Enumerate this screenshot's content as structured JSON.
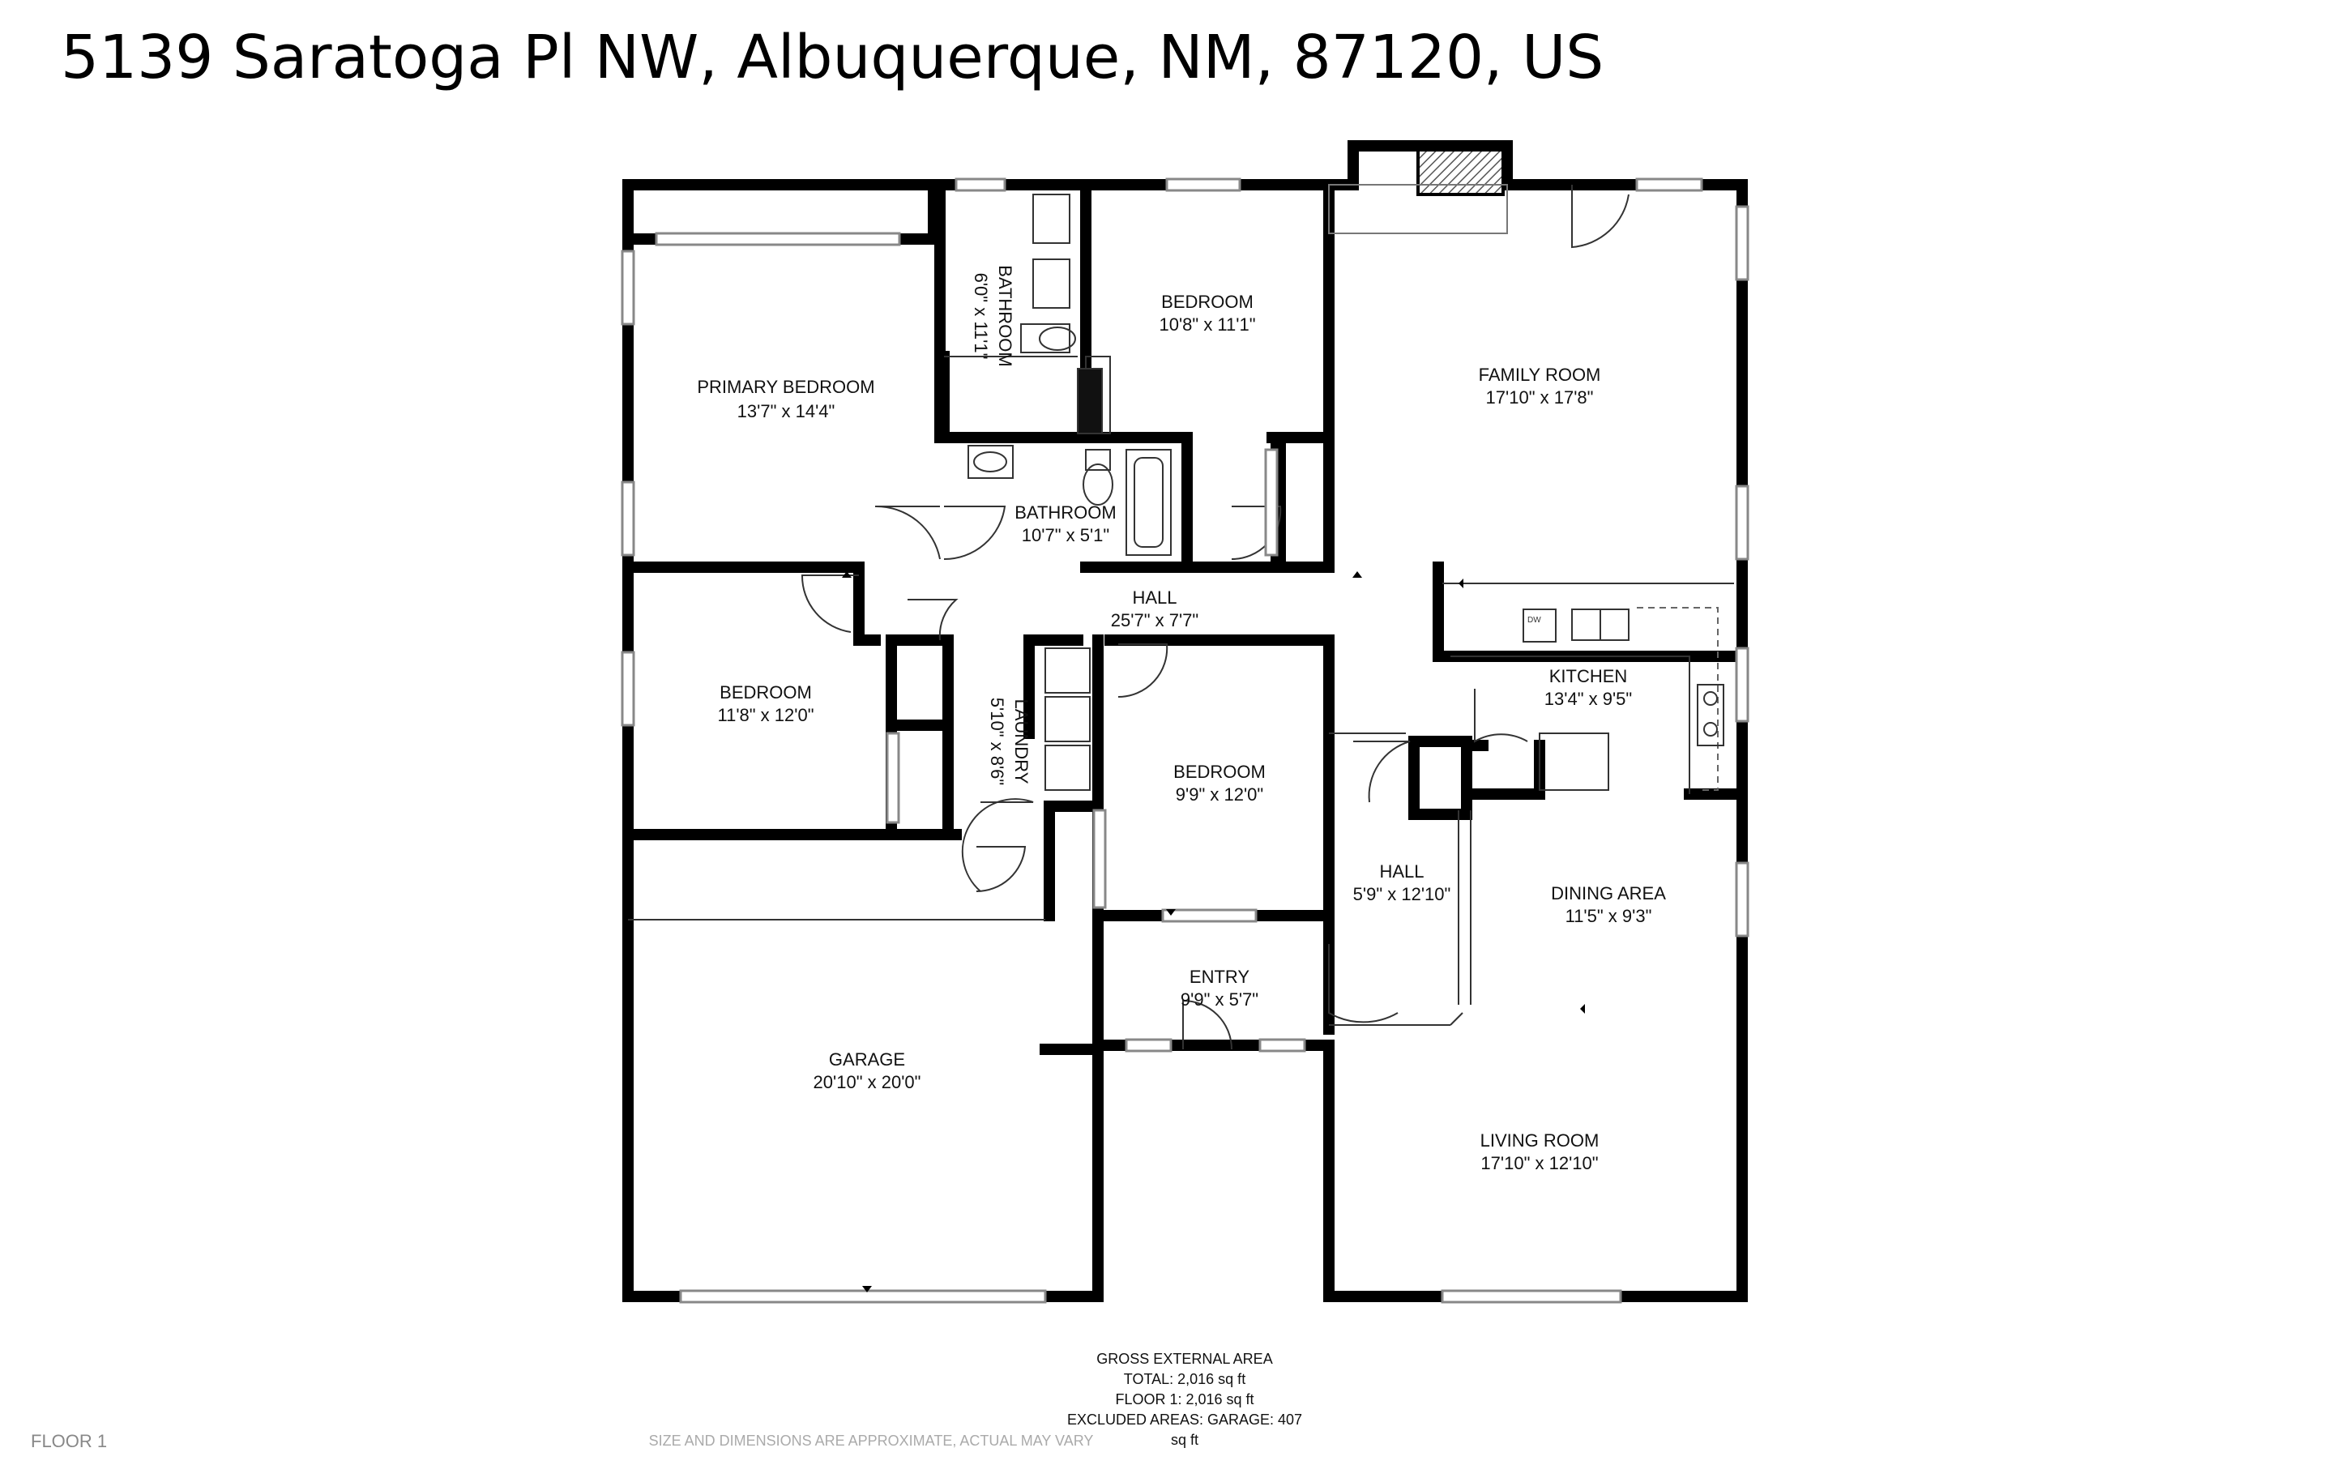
{
  "header": {
    "address": "5139 Saratoga Pl NW, Albuquerque, NM, 87120, US"
  },
  "rooms": [
    {
      "id": "primary-bedroom",
      "name": "PRIMARY BEDROOM",
      "dims": "13'7\" x 14'4\""
    },
    {
      "id": "bathroom-1",
      "name": "BATHROOM",
      "dims": "6'0\" x 11'1\""
    },
    {
      "id": "bedroom-1",
      "name": "BEDROOM",
      "dims": "10'8\" x 11'1\""
    },
    {
      "id": "family-room",
      "name": "FAMILY ROOM",
      "dims": "17'10\" x 17'8\""
    },
    {
      "id": "bathroom-2",
      "name": "BATHROOM",
      "dims": "10'7\" x 5'1\""
    },
    {
      "id": "hall-main",
      "name": "HALL",
      "dims": "25'7\" x 7'7\""
    },
    {
      "id": "bedroom-2",
      "name": "BEDROOM",
      "dims": "11'8\" x 12'0\""
    },
    {
      "id": "laundry",
      "name": "LAUNDRY",
      "dims": "5'10\" x 8'6\""
    },
    {
      "id": "bedroom-3",
      "name": "BEDROOM",
      "dims": "9'9\" x 12'0\""
    },
    {
      "id": "kitchen",
      "name": "KITCHEN",
      "dims": "13'4\" x 9'5\""
    },
    {
      "id": "hall-2",
      "name": "HALL",
      "dims": "5'9\" x 12'10\""
    },
    {
      "id": "dining-area",
      "name": "DINING AREA",
      "dims": "11'5\" x 9'3\""
    },
    {
      "id": "entry",
      "name": "ENTRY",
      "dims": "9'9\" x 5'7\""
    },
    {
      "id": "garage",
      "name": "GARAGE",
      "dims": "20'10\" x 20'0\""
    },
    {
      "id": "living-room",
      "name": "LIVING ROOM",
      "dims": "17'10\" x 12'10\""
    }
  ],
  "appliances": {
    "dishwasher": "DW"
  },
  "area_summary": {
    "heading": "GROSS EXTERNAL AREA",
    "total": "TOTAL: 2,016 sq ft",
    "floor1": "FLOOR 1: 2,016 sq ft",
    "excluded": "EXCLUDED AREAS: GARAGE: 407 sq ft"
  },
  "floor_label": "FLOOR 1",
  "disclaimer": "SIZE AND DIMENSIONS ARE APPROXIMATE, ACTUAL MAY VARY",
  "colors": {
    "wall": "#000000",
    "background": "#ffffff",
    "window": "#999999"
  }
}
